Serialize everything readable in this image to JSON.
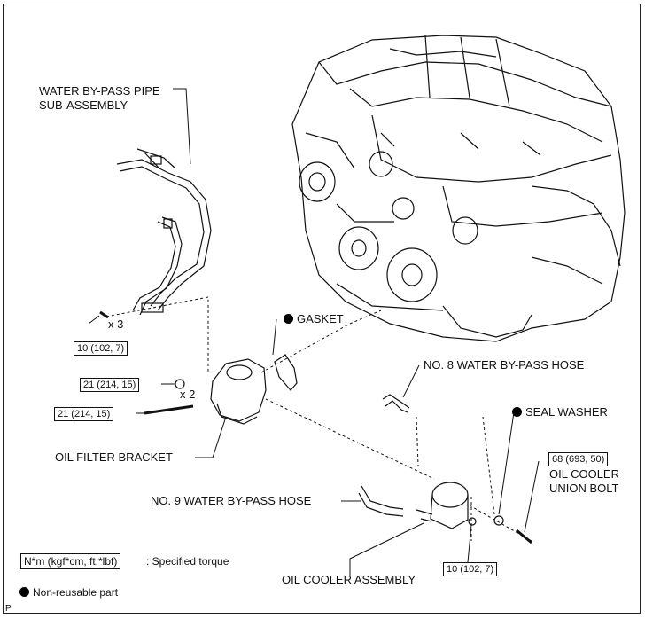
{
  "labels": {
    "water_bypass_pipe_line1": "WATER BY-PASS PIPE",
    "water_bypass_pipe_line2": "SUB-ASSEMBLY",
    "gasket": "GASKET",
    "no8_hose": "NO. 8 WATER BY-PASS HOSE",
    "seal_washer": "SEAL WASHER",
    "oil_filter_bracket": "OIL FILTER BRACKET",
    "no9_hose": "NO. 9 WATER BY-PASS HOSE",
    "oil_cooler_union_bolt_line1": "OIL COOLER",
    "oil_cooler_union_bolt_line2": "UNION BOLT",
    "oil_cooler_assembly": "OIL COOLER ASSEMBLY"
  },
  "quantities": {
    "pipe_bolts": "x 3",
    "bracket_nuts": "x 2"
  },
  "torques": {
    "pipe_bolt": "10 (102, 7)",
    "bracket_nut": "21 (214, 15)",
    "bracket_bolt": "21 (214, 15)",
    "union_bolt": "68 (693, 50)",
    "cooler_nut": "10 (102, 7)"
  },
  "legend": {
    "torque_box": "N*m (kgf*cm, ft.*lbf)",
    "torque_desc": ": Specified torque",
    "non_reusable": "Non-reusable part"
  },
  "corner_mark": "P"
}
